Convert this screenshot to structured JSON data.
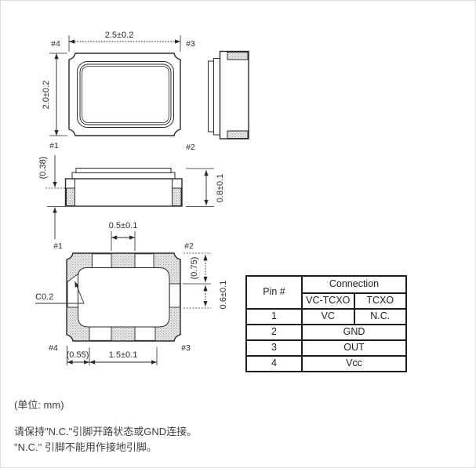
{
  "views": {
    "top": {
      "dim_width": "2.5±0.2",
      "dim_height": "2.0±0.2",
      "label_tl": "#4",
      "label_tr": "#3",
      "label_bl": "#1",
      "label_br": "#2"
    },
    "side": {
      "dim_lid": "(0.38)",
      "dim_height": "0.8±0.1"
    },
    "bottom": {
      "dim_pad_width": "0.5±0.1",
      "dim_top_right": "(0.75)",
      "dim_right": "0.6±0.1",
      "dim_chamfer": "C0.2",
      "dim_bottom_left": "(0.55)",
      "dim_bottom": "1.5±0.1",
      "label_tl": "#1",
      "label_tr": "#2",
      "label_bl": "#4",
      "label_br": "#3"
    }
  },
  "table": {
    "col_pin": "Pin #",
    "col_connection": "Connection",
    "col_vc_tcxo": "VC-TCXO",
    "col_tcxo": "TCXO",
    "rows": [
      {
        "pin": "1",
        "vc_tcxo": "VC",
        "tcxo": "N.C."
      },
      {
        "pin": "2",
        "both": "GND"
      },
      {
        "pin": "3",
        "both": "OUT"
      },
      {
        "pin": "4",
        "both": "Vcc"
      }
    ]
  },
  "notes": {
    "unit": "(单位: mm)",
    "line1": "请保持\"N.C.\"引脚开路状态或GND连接。",
    "line2": "\"N.C.\" 引脚不能用作接地引脚。"
  },
  "colors": {
    "line": "#2a2a2a",
    "hatch_dot": "#9a9a9a",
    "hatch_bg": "#e9e9e9",
    "table_border": "#1e1e1e",
    "note_text": "#3f3f3f"
  }
}
